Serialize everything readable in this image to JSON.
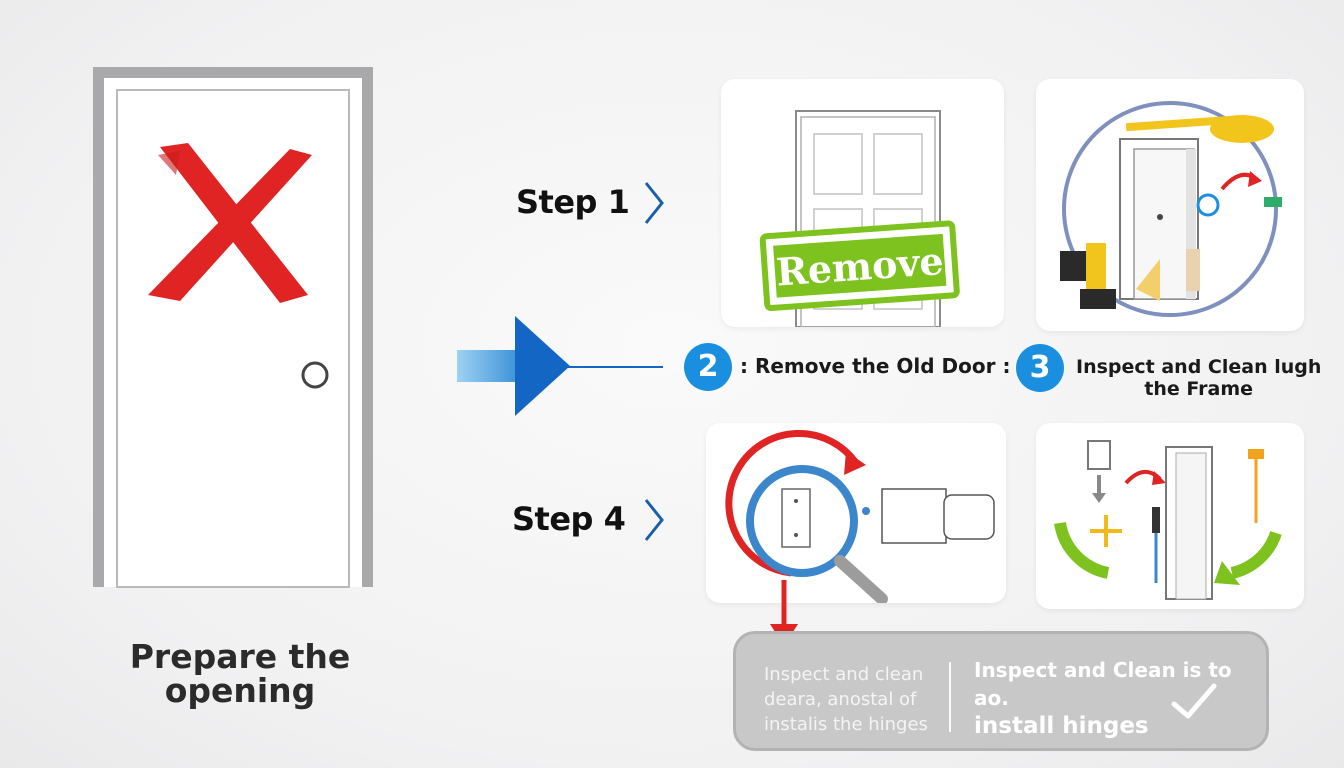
{
  "steps": {
    "step1": "Step 1",
    "step4": "Step 4"
  },
  "main_caption": {
    "line1": "Prepare the",
    "line2": "opening"
  },
  "remove_stamp": "Remove",
  "step_captions": [
    {
      "number": "2",
      "text": ": Remove the Old Door :"
    },
    {
      "number": "3",
      "line1": "Inspect and Clean lugh",
      "line2": "the Frame"
    }
  ],
  "banner": {
    "left_lines": [
      "Inspect and clean",
      "deara, anostal of",
      "instalis the hinges"
    ],
    "right_line1": "Inspect and Clean is to ao.",
    "right_line2": "install hinges"
  },
  "colors": {
    "accent_blue": "#1a8fe0",
    "x_red": "#e02424",
    "stamp_green": "#7dc21e",
    "banner_gray": "#c8c8c8"
  }
}
